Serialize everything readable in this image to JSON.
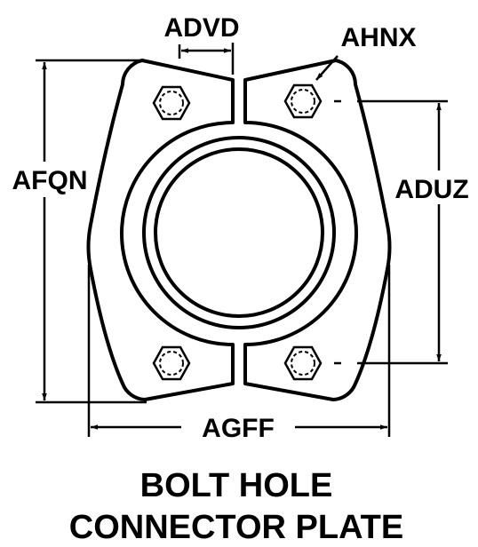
{
  "labels": {
    "advd": "ADVD",
    "ahnx": "AHNX",
    "afqn": "AFQN",
    "aduz": "ADUZ",
    "agff": "AGFF"
  },
  "caption": {
    "line1": "BOLT HOLE",
    "line2": "CONNECTOR PLATE"
  },
  "colors": {
    "ink": "#000000",
    "paper": "#ffffff"
  }
}
